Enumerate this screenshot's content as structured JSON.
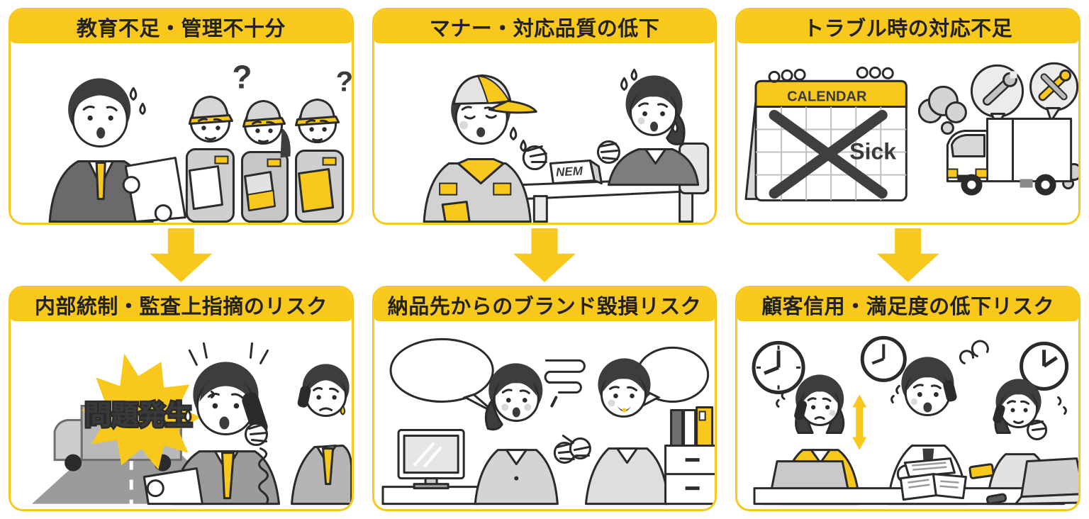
{
  "colors": {
    "yellow": "#F8C81C",
    "ink": "#222222"
  },
  "panels": {
    "top": [
      {
        "title": "教育不足・管理不十分"
      },
      {
        "title": "マナー・対応品質の低下"
      },
      {
        "title": "トラブル時の対応不足"
      }
    ],
    "bottom": [
      {
        "title": "内部統制・監査上指摘のリスク"
      },
      {
        "title": "納品先からのブランド毀損リスク"
      },
      {
        "title": "顧客信用・満足度の低下リスク"
      }
    ]
  },
  "labels": {
    "question_mark": "?",
    "calendar": "CALENDAR",
    "sick": "Sick",
    "nameplate": "NEM",
    "problem_burst": "問題発生"
  }
}
